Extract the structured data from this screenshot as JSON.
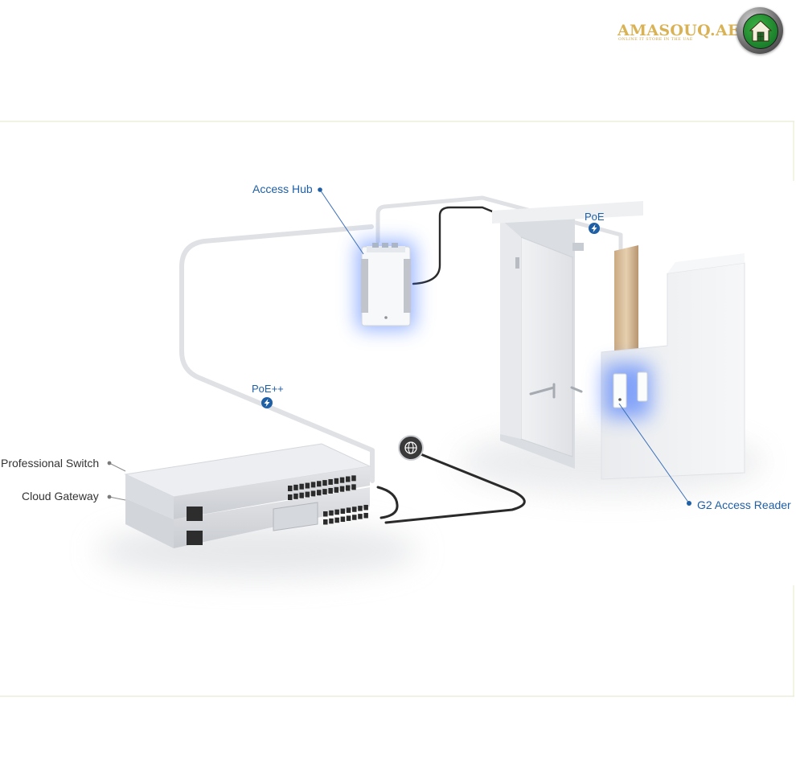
{
  "logo": {
    "name": "AMASOUQ.AE",
    "tagline": "ONLINE IT STORE IN THE UAE",
    "icon": "house-icon",
    "gold": "#d9b255",
    "green": "#1e8a2e"
  },
  "labels": {
    "access_hub": "Access Hub",
    "poe": "PoE",
    "poe_plus": "PoE++",
    "professional_switch": "Professional Switch",
    "cloud_gateway": "Cloud Gateway",
    "g2_access_reader": "G2 Access Reader"
  },
  "icons": {
    "power": "lightning-bolt-icon",
    "internet": "globe-icon"
  },
  "colors": {
    "label_blue": "#1f5fa6",
    "glow_blue": "#3b6ff5",
    "leader_gray": "#8a8a8a",
    "cable_black": "#2a2a2a"
  }
}
